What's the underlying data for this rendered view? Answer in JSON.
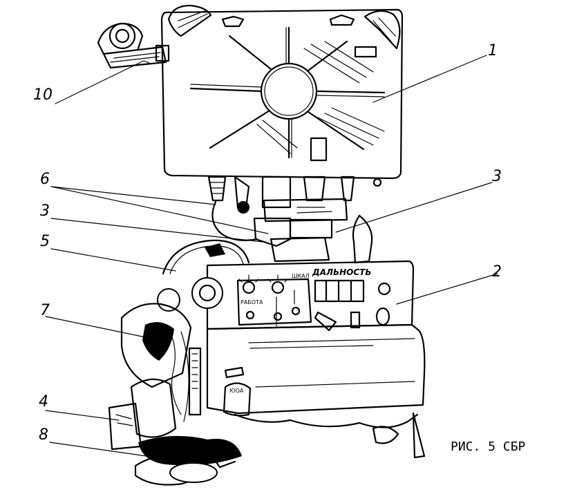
{
  "callouts": [
    {
      "id": "c1",
      "label": "1"
    },
    {
      "id": "c2",
      "label": "2"
    },
    {
      "id": "c3a",
      "label": "3"
    },
    {
      "id": "c3b",
      "label": "3"
    },
    {
      "id": "c4",
      "label": "4"
    },
    {
      "id": "c5",
      "label": "5"
    },
    {
      "id": "c6",
      "label": "6"
    },
    {
      "id": "c7",
      "label": "7"
    },
    {
      "id": "c8",
      "label": "8"
    },
    {
      "id": "c10",
      "label": "10"
    }
  ],
  "panel": {
    "range_label": "ДАЛЬНОСТЬ",
    "work_label": "РАБОТА",
    "scale_label": "ШКАЛ",
    "knob_label": "ЮОА"
  },
  "caption": "РИС. 5 СБР"
}
